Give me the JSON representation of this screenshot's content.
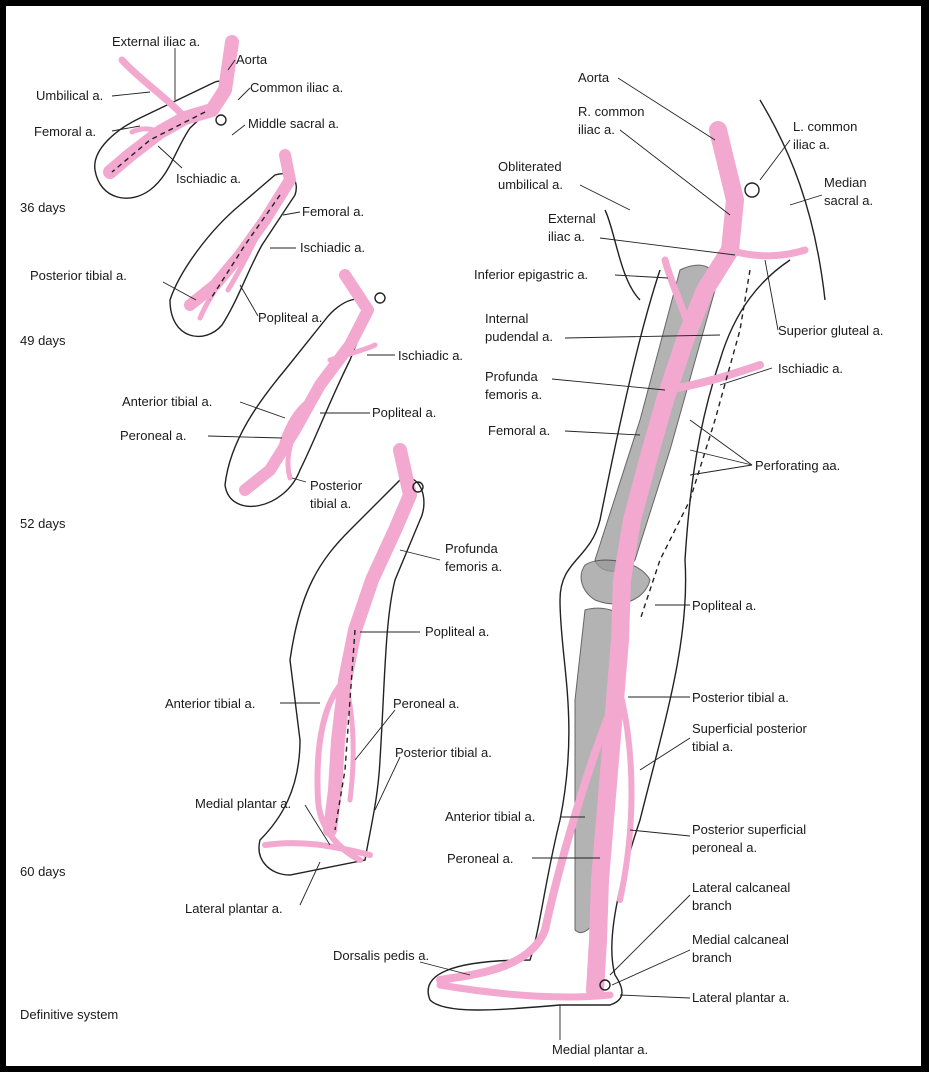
{
  "stages": {
    "s36": "36 days",
    "s49": "49 days",
    "s52": "52 days",
    "s60": "60 days",
    "def": "Definitive system"
  },
  "labels36": {
    "external_iliac": "External iliac a.",
    "aorta": "Aorta",
    "umbilical": "Umbilical a.",
    "common_iliac": "Common iliac a.",
    "middle_sacral": "Middle sacral a.",
    "femoral": "Femoral a.",
    "ischiadic": "Ischiadic a."
  },
  "labels49": {
    "femoral": "Femoral a.",
    "ischiadic": "Ischiadic a.",
    "posterior_tibial": "Posterior tibial a.",
    "popliteal": "Popliteal a."
  },
  "labels52": {
    "ischiadic": "Ischiadic a.",
    "anterior_tibial": "Anterior tibial a.",
    "popliteal": "Popliteal a.",
    "peroneal": "Peroneal a.",
    "posterior_tibial_1": "Posterior",
    "posterior_tibial_2": "tibial a."
  },
  "labels60": {
    "profunda_1": "Profunda",
    "profunda_2": "femoris a.",
    "popliteal": "Popliteal a.",
    "anterior_tibial": "Anterior tibial a.",
    "peroneal": "Peroneal a.",
    "posterior_tibial": "Posterior tibial a.",
    "medial_plantar": "Medial plantar a.",
    "lateral_plantar": "Lateral plantar a."
  },
  "labelsDef": {
    "aorta": "Aorta",
    "r_common_iliac_1": "R. common",
    "r_common_iliac_2": "iliac a.",
    "l_common_iliac_1": "L. common",
    "l_common_iliac_2": "iliac a.",
    "median_sacral_1": "Median",
    "median_sacral_2": "sacral a.",
    "obliterated_umbilical_1": "Obliterated",
    "obliterated_umbilical_2": "umbilical a.",
    "external_iliac_1": "External",
    "external_iliac_2": "iliac a.",
    "inferior_epigastric": "Inferior epigastric a.",
    "internal_pudendal_1": "Internal",
    "internal_pudendal_2": "pudendal a.",
    "superior_gluteal": "Superior gluteal a.",
    "ischiadic": "Ischiadic a.",
    "profunda_1": "Profunda",
    "profunda_2": "femoris a.",
    "femoral": "Femoral a.",
    "perforating": "Perforating aa.",
    "popliteal": "Popliteal a.",
    "posterior_tibial": "Posterior tibial a.",
    "superficial_posterior_tibial_1": "Superficial posterior",
    "superficial_posterior_tibial_2": "tibial a.",
    "anterior_tibial": "Anterior tibial a.",
    "posterior_superficial_peroneal_1": "Posterior superficial",
    "posterior_superficial_peroneal_2": "peroneal a.",
    "peroneal": "Peroneal a.",
    "lateral_calcaneal_1": "Lateral calcaneal",
    "lateral_calcaneal_2": "branch",
    "medial_calcaneal_1": "Medial calcaneal",
    "medial_calcaneal_2": "branch",
    "dorsalis_pedis": "Dorsalis pedis a.",
    "lateral_plantar": "Lateral plantar a.",
    "medial_plantar": "Medial plantar a."
  },
  "colors": {
    "artery": "#f2a8cf",
    "outline": "#222222",
    "bone": "#9a9a9a",
    "frame": "#000000"
  }
}
